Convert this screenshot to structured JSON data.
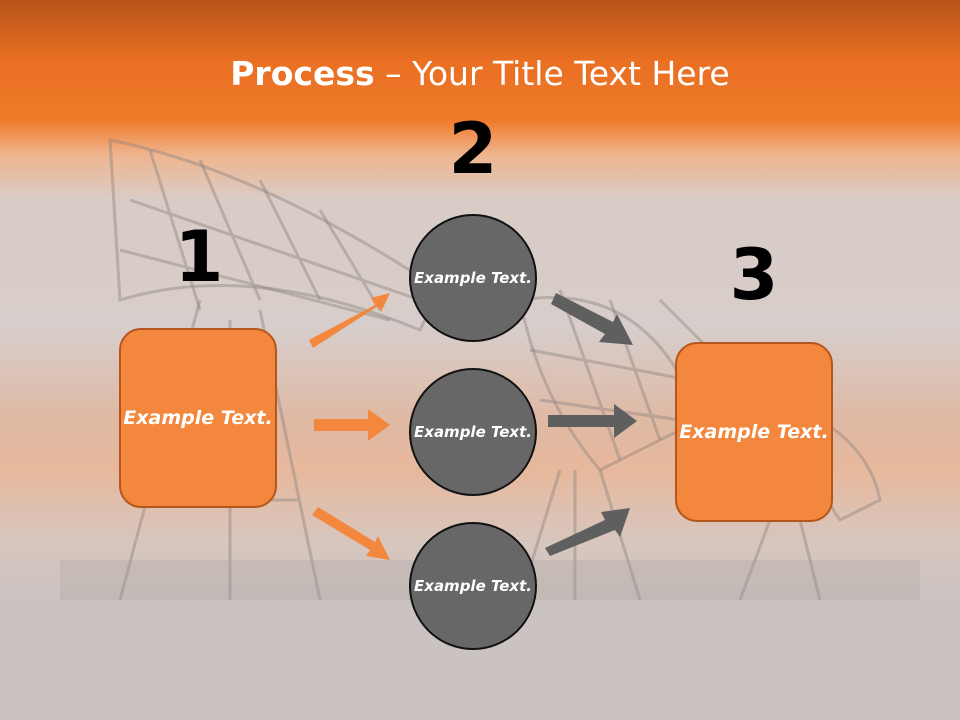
{
  "title": {
    "bold": "Process",
    "rest": " – Your Title Text Here"
  },
  "steps": [
    {
      "number": "1",
      "text": "Example Text."
    },
    {
      "number": "2"
    },
    {
      "number": "3",
      "text": "Example Text."
    }
  ],
  "circles": [
    {
      "text": "Example Text."
    },
    {
      "text": "Example Text."
    },
    {
      "text": "Example Text."
    }
  ],
  "colors": {
    "box": "#f2873d",
    "arrow_orange": "#f2873d",
    "circle": "#676767",
    "arrow_gray": "#5f5f5f"
  }
}
